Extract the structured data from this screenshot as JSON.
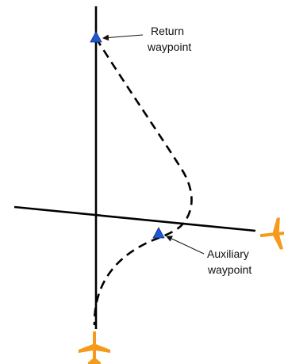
{
  "labels": {
    "return_waypoint": [
      "Return",
      "waypoint"
    ],
    "auxiliary_waypoint": [
      "Auxiliary",
      "waypoint"
    ]
  },
  "colors": {
    "line": "#000000",
    "waypoint_marker": "#1f57d6",
    "aircraft": "#f59a1b"
  },
  "icons": {
    "aircraft": "airplane-icon",
    "waypoint": "triangle-marker-icon"
  }
}
